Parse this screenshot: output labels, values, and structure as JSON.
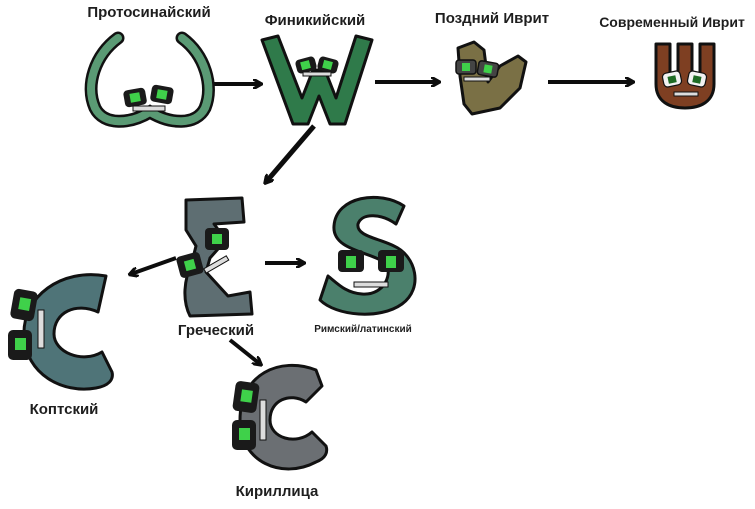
{
  "diagram": {
    "title": "",
    "nodes": [
      {
        "id": "protosinaitic",
        "label": "Протосинайский",
        "color": "#5a9a74"
      },
      {
        "id": "phoenician",
        "label": "Финикийский",
        "color": "#2f7a4a"
      },
      {
        "id": "late_hebrew",
        "label": "Поздний Иврит",
        "color": "#7a7045"
      },
      {
        "id": "modern_hebrew",
        "label": "Современный Иврит",
        "color": "#7e3f22"
      },
      {
        "id": "greek",
        "label": "Греческий",
        "color": "#5e6e72"
      },
      {
        "id": "roman_latin",
        "label": "Римский/латинский",
        "color": "#4b806c"
      },
      {
        "id": "coptic",
        "label": "Коптский",
        "color": "#4f7478"
      },
      {
        "id": "cyrillic",
        "label": "Кириллица",
        "color": "#6b6f73"
      }
    ],
    "edges": [
      {
        "from": "protosinaitic",
        "to": "phoenician"
      },
      {
        "from": "phoenician",
        "to": "late_hebrew"
      },
      {
        "from": "late_hebrew",
        "to": "modern_hebrew"
      },
      {
        "from": "phoenician",
        "to": "greek"
      },
      {
        "from": "greek",
        "to": "roman_latin"
      },
      {
        "from": "greek",
        "to": "coptic"
      },
      {
        "from": "greek",
        "to": "cyrillic"
      }
    ],
    "colors": {
      "eye_green": "#3fd14a",
      "eye_frame": "#1a1a1a",
      "outline": "#111111",
      "arrow": "#0d0d0d"
    }
  }
}
